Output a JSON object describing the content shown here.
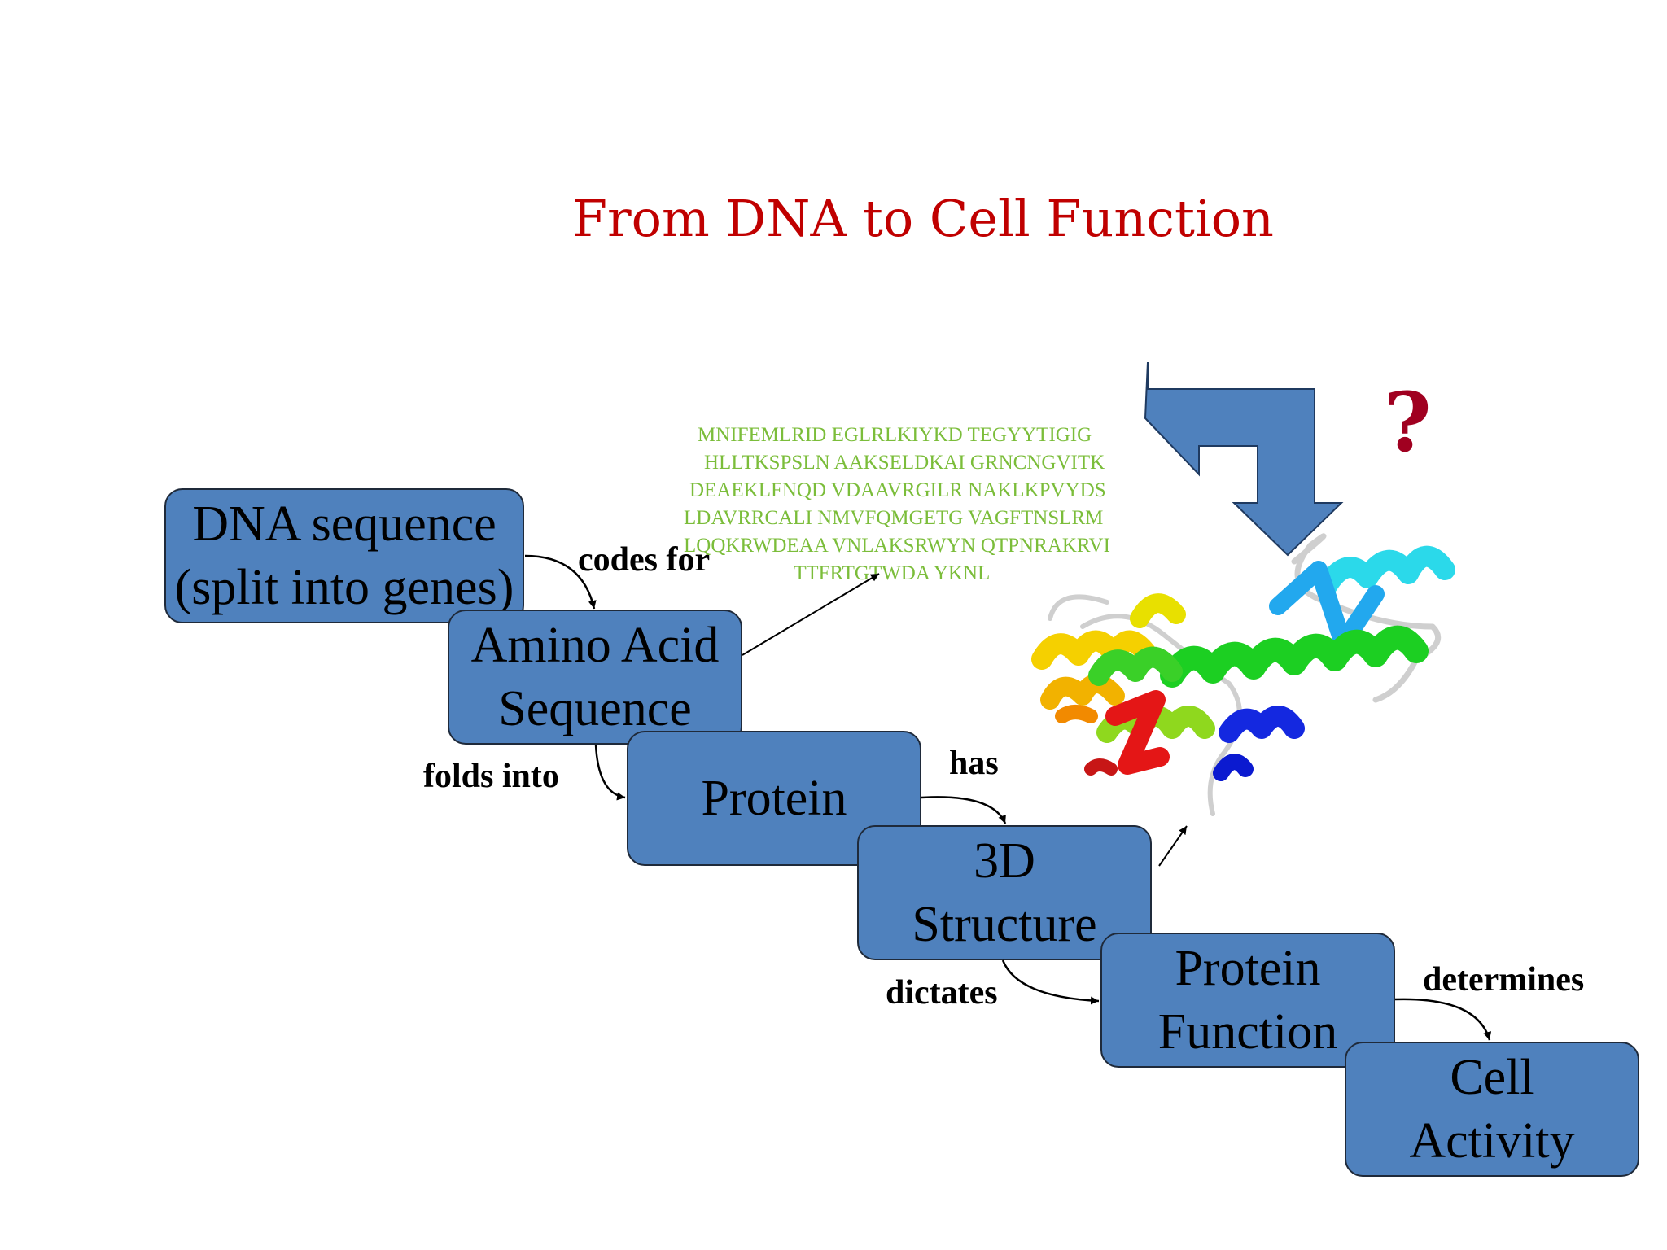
{
  "title": "From DNA to Cell Function",
  "boxes": {
    "dna": {
      "line1": "DNA sequence",
      "line2": "(split into genes)"
    },
    "amino": {
      "line1": "Amino Acid",
      "line2": "Sequence"
    },
    "protein": {
      "line1": "Protein"
    },
    "structure": {
      "line1": "3D",
      "line2": "Structure"
    },
    "function": {
      "line1": "Protein",
      "line2": "Function"
    },
    "cell": {
      "line1": "Cell",
      "line2": "Activity"
    }
  },
  "labels": {
    "codes_for": "codes for",
    "folds_into": "folds into",
    "has": "has",
    "dictates": "dictates",
    "determines": "determines"
  },
  "sequence_lines": [
    "MNIFEMLRID EGLRLKIYKD TEGYYTIGIG",
    "HLLTKSPSLN AAKSELDKAI GRNCNGVITK",
    "DEAEKLFNQD VDAAVRGILR NAKLKPVYDS",
    "LDAVRRCALI NMVFQMGETG VAGFTNSLRM",
    "LQQKRWDEAA VNLAKSRWYN QTPNRAKRVI",
    "TTFRTGTWDA YKNL"
  ],
  "question_mark": "?",
  "colors": {
    "title": "#c00000",
    "box_fill": "#4f81bd",
    "sequence_text": "#7bbd3a",
    "question_mark": "#a00020"
  }
}
